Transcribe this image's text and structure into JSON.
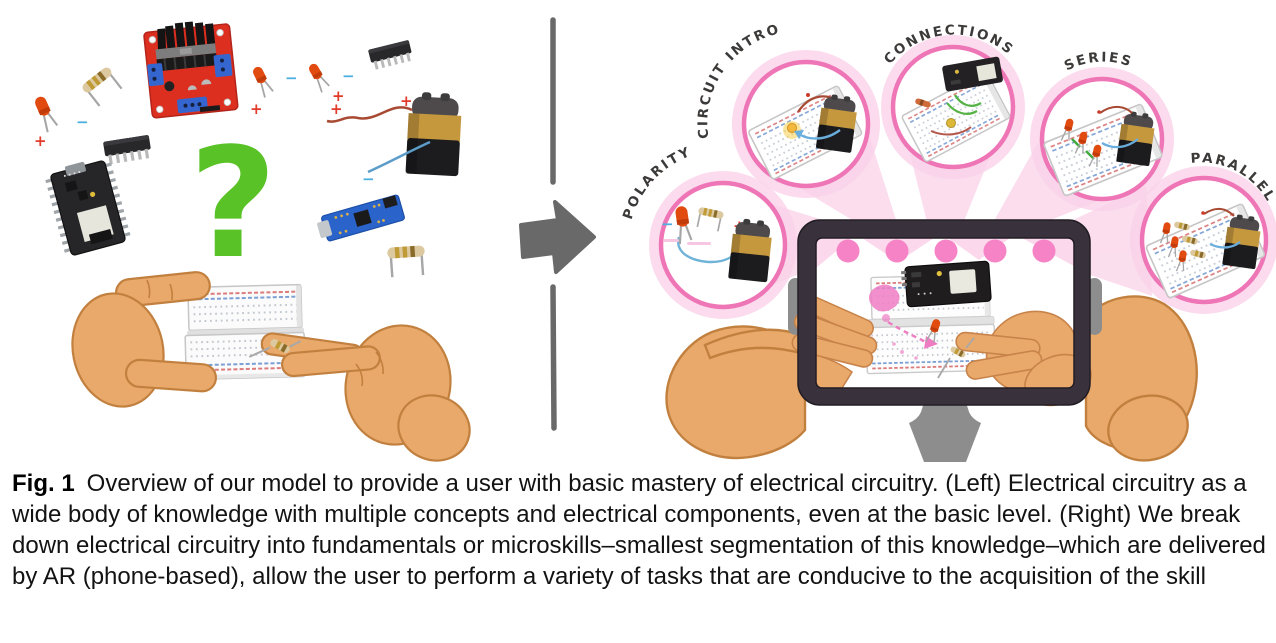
{
  "figure": {
    "left": {
      "question_mark": "?",
      "plus": "+",
      "minus": "−"
    },
    "microskills": [
      "POLARITY",
      "CIRCUIT INTRO",
      "CONNECTIONS",
      "SERIES",
      "PARALLEL"
    ],
    "caption": {
      "label": "Fig. 1",
      "text": "Overview of our model to provide a user with basic mastery of electrical circuitry. (Left) Electrical circuitry as a wide body of knowledge with multiple concepts and electrical components, even at the basic level. (Right) We break down electrical circuitry into fundamentals or microskills–smallest segmentation of this knowledge–which are delivered by AR (phone-based), allow the user to perform a variety of tasks that are conducive to the acquisition of the skill"
    },
    "colors": {
      "question_green": "#59c226",
      "bubble_pink": "#ef76b6",
      "halo_pink": "#fad2e8",
      "ray_pink": "#fbd9ec",
      "dot_pink": "#f583c6",
      "arrow_gray": "#696969",
      "skin": "#e9a96b",
      "phone_frame": "#39313b"
    }
  }
}
